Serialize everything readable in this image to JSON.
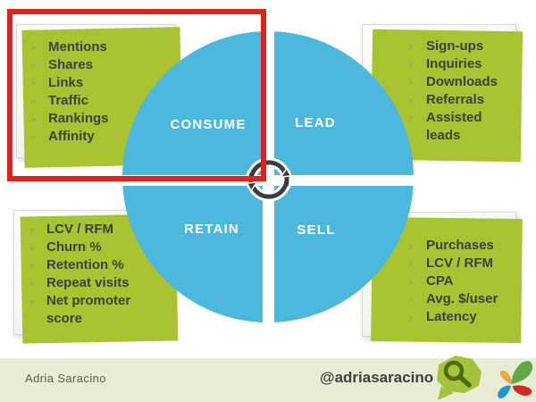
{
  "cycle": {
    "quadrant_labels": {
      "top_left": "CONSUME",
      "top_right": "LEAD",
      "bottom_left": "RETAIN",
      "bottom_right": "SELL"
    },
    "circle_color": "#4cb8dd",
    "center_icon": "cycle-arrows-icon"
  },
  "metrics": {
    "consume": [
      "Mentions",
      "Shares",
      "Links",
      "Traffic",
      "Rankings",
      "Affinity"
    ],
    "lead": [
      "Sign-ups",
      "Inquiries",
      "Downloads",
      "Referrals",
      "Assisted leads"
    ],
    "retain": [
      "LCV / RFM",
      "Churn %",
      "Retention %",
      "Repeat visits",
      "Net promoter score"
    ],
    "sell": [
      "Purchases",
      "LCV / RFM",
      "CPA",
      "Avg. $/user",
      "Latency"
    ]
  },
  "footer": {
    "author": "Adria Saracino",
    "handle": "@adriasaracino",
    "background": "#e9edd6",
    "logos": [
      "search-speech-bubble-logo",
      "pinwheel-petals-logo"
    ]
  },
  "annotation": {
    "shape": "highlight-rectangle",
    "color": "#e2211b"
  },
  "colors": {
    "accent_green": "#a9c331",
    "bullet_olive": "#a3b155",
    "text_dark": "#3f3f3f",
    "author_gray": "#595959"
  }
}
